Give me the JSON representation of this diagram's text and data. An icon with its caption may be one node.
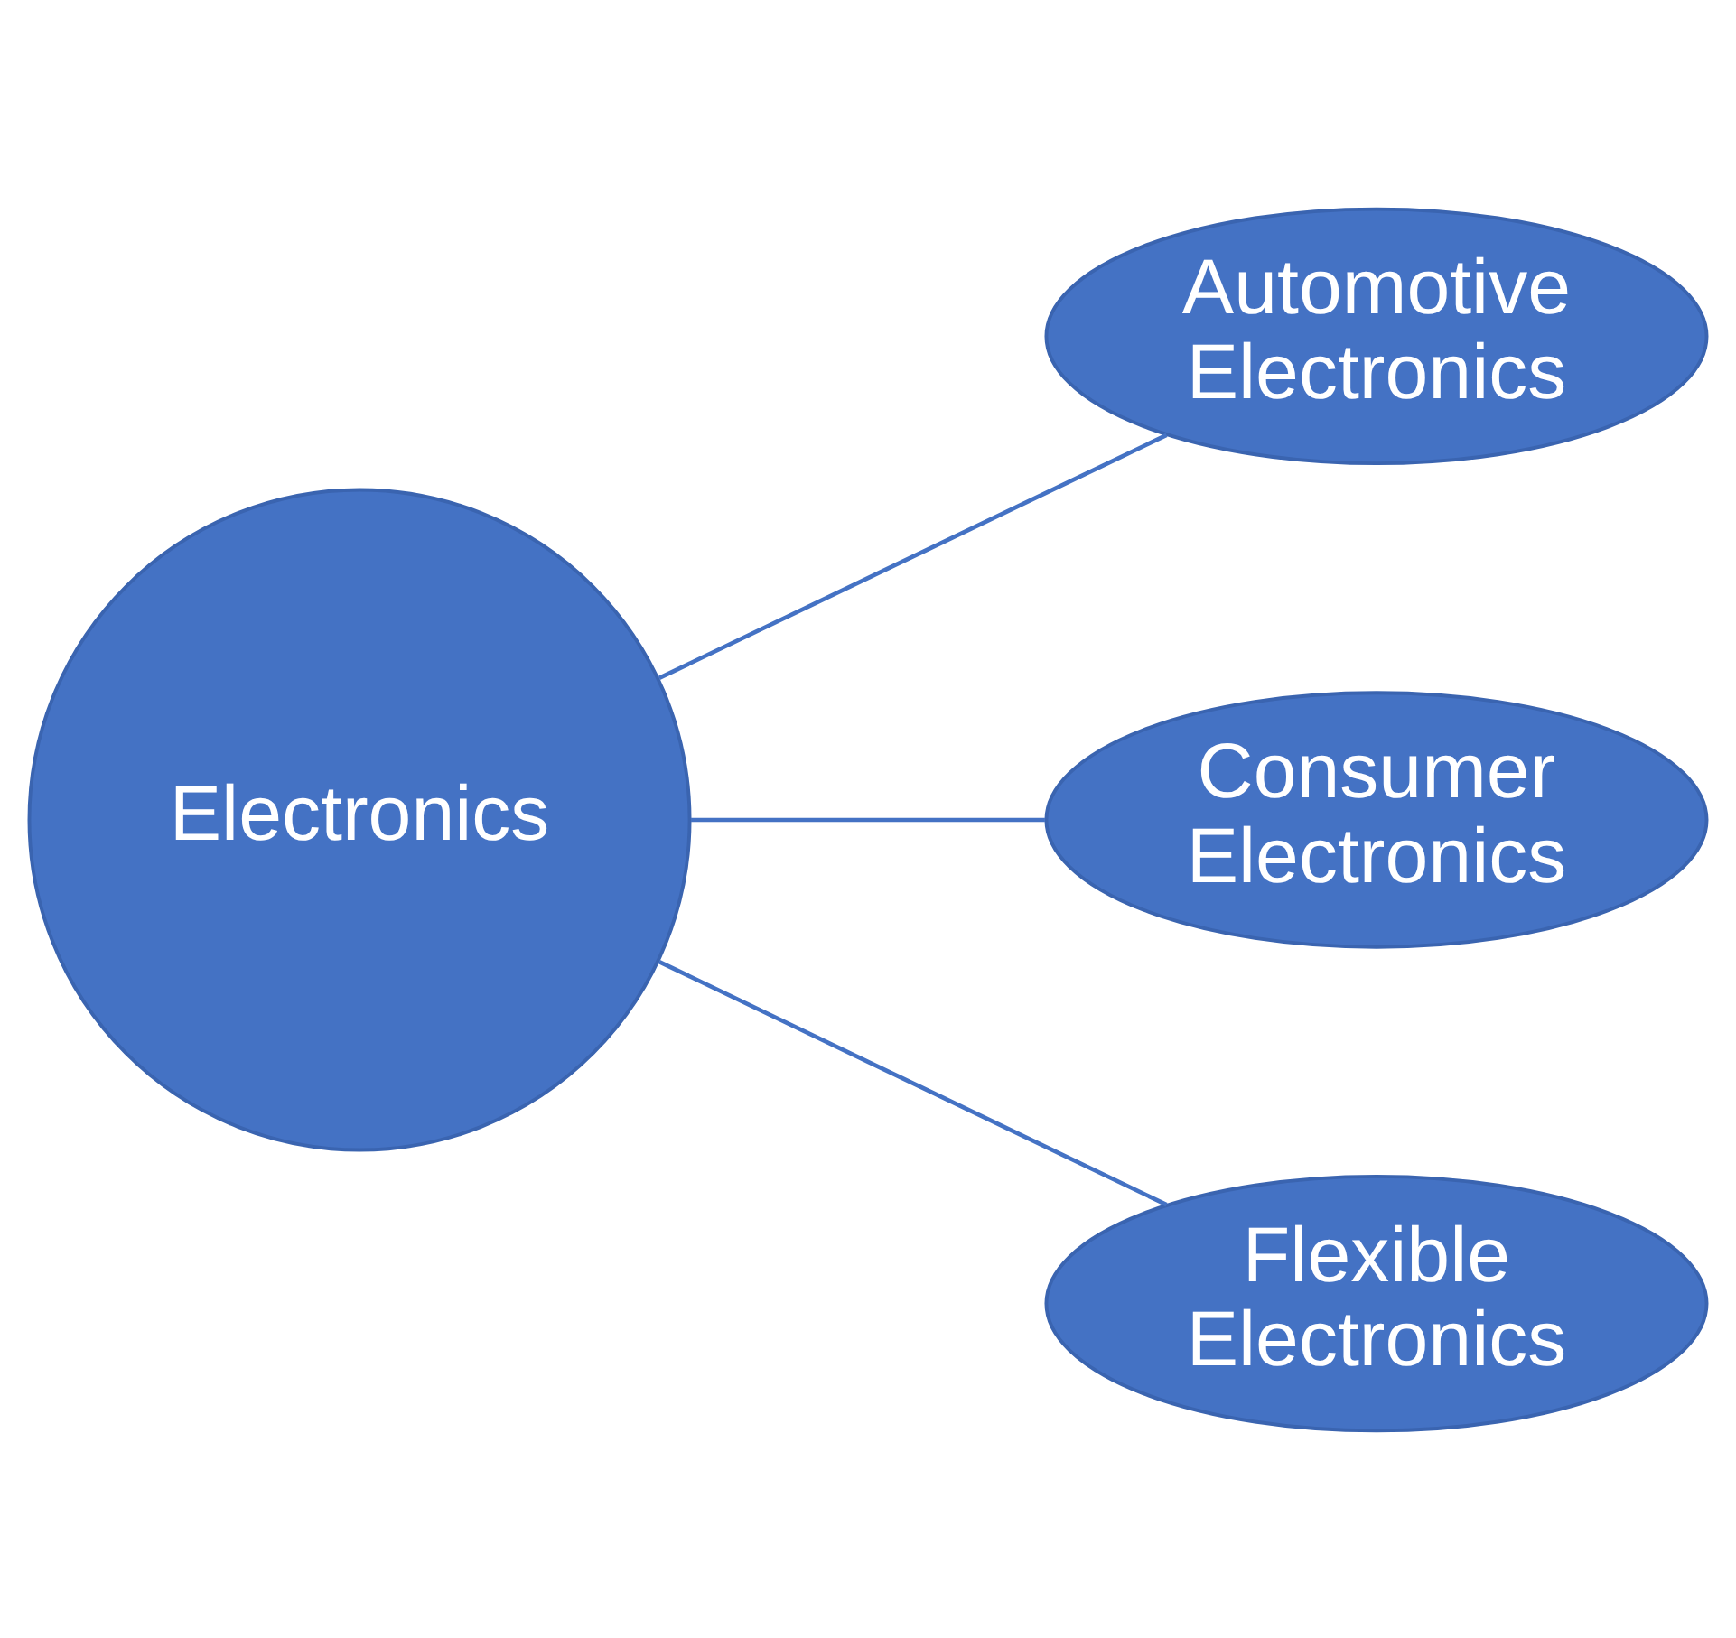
{
  "diagram": {
    "nodes": [
      {
        "text": [
          "Electronics"
        ]
      },
      {
        "text": [
          "Automotive Electronics"
        ]
      },
      {
        "text": [
          "Consumer Electronics"
        ]
      },
      {
        "text": [
          "Flexible Electronics"
        ]
      }
    ],
    "edges": [
      {
        "from": 0,
        "to": 1,
        "arrow": "none"
      },
      {
        "from": 0,
        "to": 2,
        "arrow": "none"
      },
      {
        "from": 0,
        "to": 3,
        "arrow": "none"
      }
    ]
  }
}
